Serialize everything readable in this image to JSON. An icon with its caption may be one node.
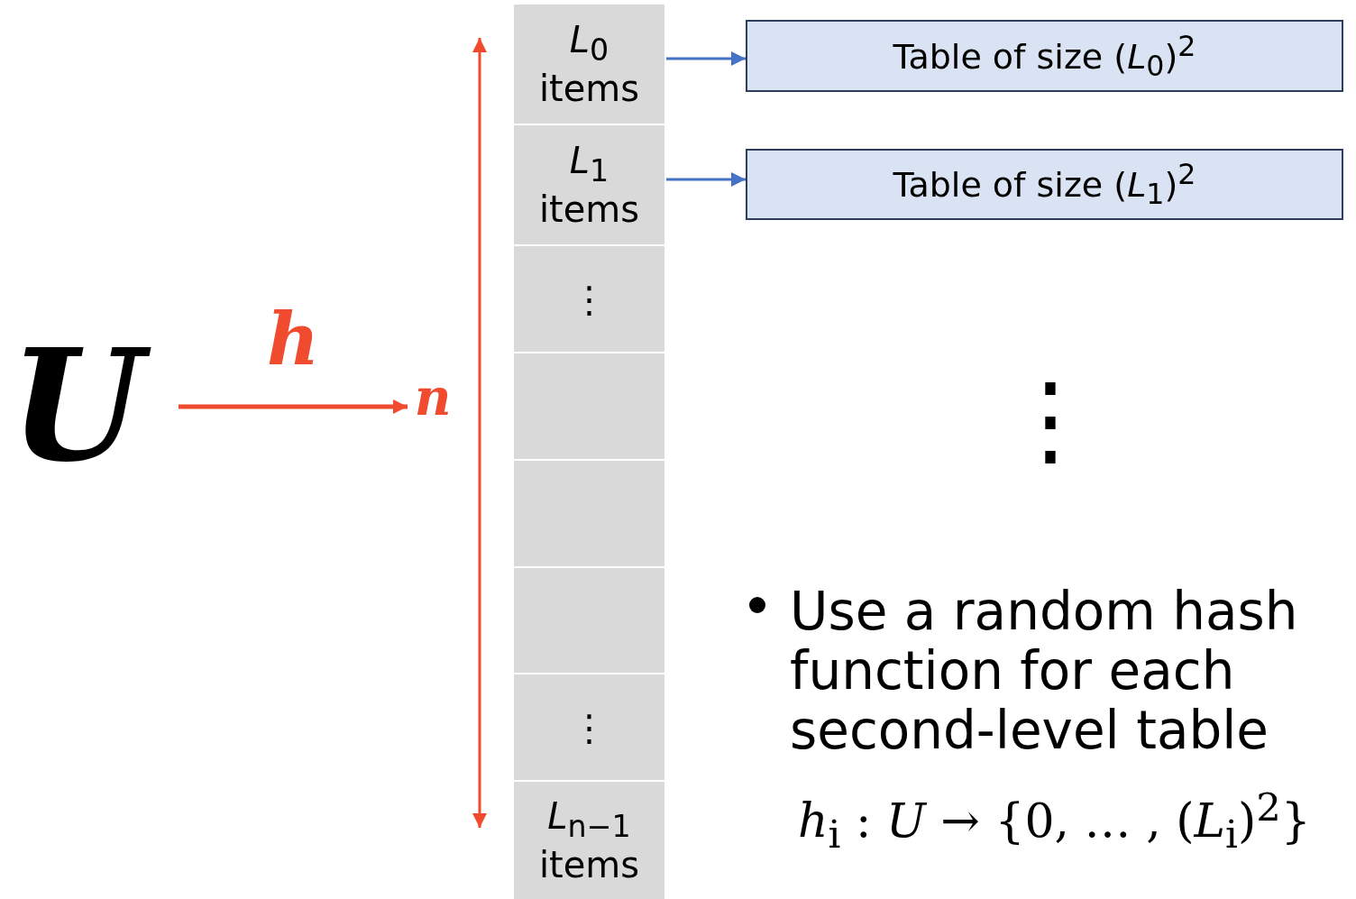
{
  "diagram": {
    "nodes": [
      {
        "text": [
          "U"
        ]
      },
      {
        "text": [
          "n"
        ]
      },
      {
        "text": [
          "*L*$_{0}$ items"
        ]
      },
      {
        "text": [
          "*L*$_{1}$ items"
        ]
      },
      {
        "text": [
          "⋮"
        ]
      },
      {
        "text": [],
        "shape": "box"
      },
      {
        "text": [],
        "shape": "box"
      },
      {
        "text": [],
        "shape": "box"
      },
      {
        "text": [
          "⋮"
        ]
      },
      {
        "text": [
          "*L*$_{n−1}$ items"
        ]
      },
      {
        "text": [
          "Table of size (*L*$_{0}$)$^{2}$"
        ]
      },
      {
        "text": [
          "Table of size (*L*$_{1}$)$^{2}$"
        ]
      }
    ],
    "edges": [
      {
        "from": 0,
        "to": 1,
        "arrow": "to",
        "label": "h",
        "color": "#f04a2f"
      },
      {
        "from": 2,
        "to": 10,
        "arrow": "to",
        "color": "#4472c4"
      },
      {
        "from": 3,
        "to": 11,
        "arrow": "to",
        "color": "#4472c4"
      }
    ],
    "labels": [
      "⋮",
      "Use a random hash function for each second-level table",
      "*h*$_{i}$ : *U* → {0, … , (*L*$_{i}$)$^{2}$}"
    ]
  }
}
